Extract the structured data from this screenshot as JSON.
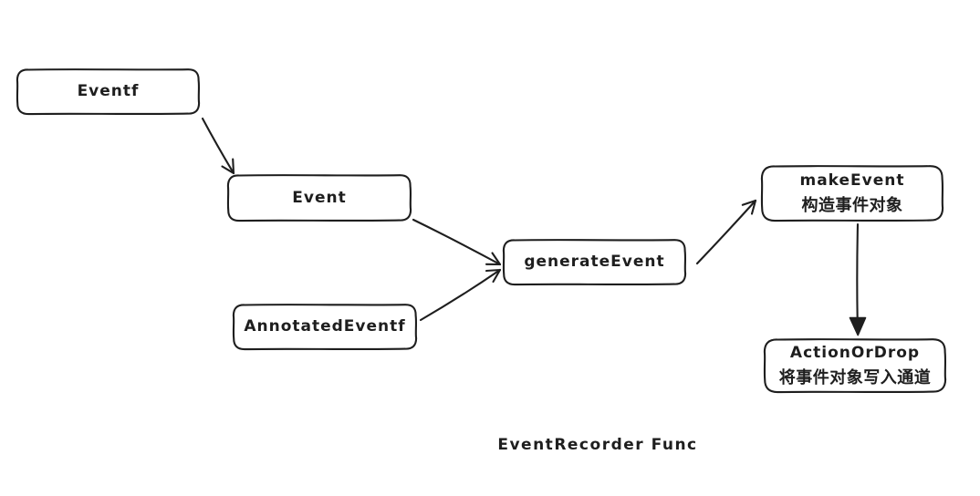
{
  "diagram": {
    "title": "EventRecorder Func",
    "colors": {
      "stroke": "#1e1e1e",
      "background": "#ffffff"
    },
    "nodes": [
      {
        "id": "eventf",
        "label": "Eventf"
      },
      {
        "id": "event",
        "label": "Event"
      },
      {
        "id": "generate-event",
        "label": "generateEvent"
      },
      {
        "id": "annotated-eventf",
        "label": "AnnotatedEventf"
      },
      {
        "id": "make-event",
        "label": "makeEvent",
        "note": "构造事件对象"
      },
      {
        "id": "action-or-drop",
        "label": "ActionOrDrop",
        "note": "将事件对象写入通道"
      }
    ],
    "edges": [
      {
        "from": "Eventf",
        "to": "Event"
      },
      {
        "from": "Event",
        "to": "generateEvent"
      },
      {
        "from": "AnnotatedEventf",
        "to": "generateEvent"
      },
      {
        "from": "generateEvent",
        "to": "makeEvent"
      },
      {
        "from": "makeEvent",
        "to": "ActionOrDrop"
      }
    ]
  }
}
